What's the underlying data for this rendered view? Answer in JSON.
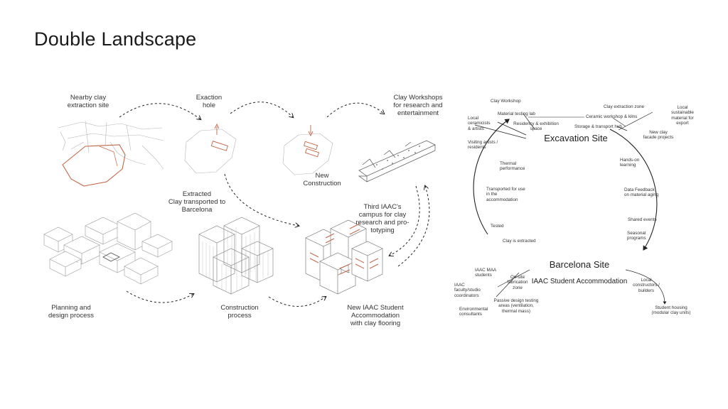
{
  "title": "Double Landscape",
  "left": {
    "nearby_clay": "Nearby clay\nextraction site",
    "exaction_hole": "Exaction\nhole",
    "clay_workshops": "Clay Workshops\nfor research and\nentertainment",
    "new_construction": "New\nConstruction",
    "extracted_clay": "Extracted\nClay transported to\nBarcelona",
    "third_campus": "Third IAAC's\ncampus for clay\nresearch and pro-\ntotyping",
    "planning": "Planning and\ndesign process",
    "construction_process": "Construction\nprocess",
    "new_accommodation": "New IAAC Student\nAccommodation\nwith clay flooring"
  },
  "right": {
    "excavation_site": "Excavation Site",
    "barcelona_site": "Barcelona Site",
    "barcelona_sub": "IAAC Student Accommodation",
    "clay_workshop": "Clay Workshop",
    "material_testing": "Material testing lab",
    "residency": "Residency & exhibition\nspace",
    "local_ceramicists": "Local\nceramicists\n& artists",
    "visiting_artists": "Visiting artists /\nresidents",
    "clay_extraction_zone": "Clay extraction zone",
    "ceramic_workshop": "Ceramic workshop & kilns",
    "storage_transport": "Storage & transport hub",
    "local_sustainable": "Local\nsustainable\nmaterial for\nexport",
    "new_clay_facade": "New clay\nfacade projects",
    "thermal_performance": "Thermal\nperformance",
    "transported_use": "Transported for use\nin the\naccommodation",
    "tested": "Tested",
    "clay_is_extracted": "Clay is extracted",
    "hands_on": "Hands-on\nlearning",
    "data_feedback": "Data Feedback\non material aging",
    "shared_events": "Shared events",
    "seasonal_programs": "Seasonal\nprograms",
    "iaac_maa": "IAAC MAA\nstudents",
    "iaac_faculty": "IAAC\nfaculty/studio\ncoordinators",
    "environmental": "Environmental\nconsultants",
    "onsite_fabrication": "On-site\nfabrication\nzone",
    "passive_design": "Passive design testing\nareas (ventilation,\nthermal mass)",
    "local_constructors": "Local\nconstructors /\nbuilders",
    "student_housing": "Student housing\n(modular clay units)"
  },
  "colors": {
    "accent": "#c0674a",
    "line": "#9a9a9a",
    "ink": "#222222"
  }
}
